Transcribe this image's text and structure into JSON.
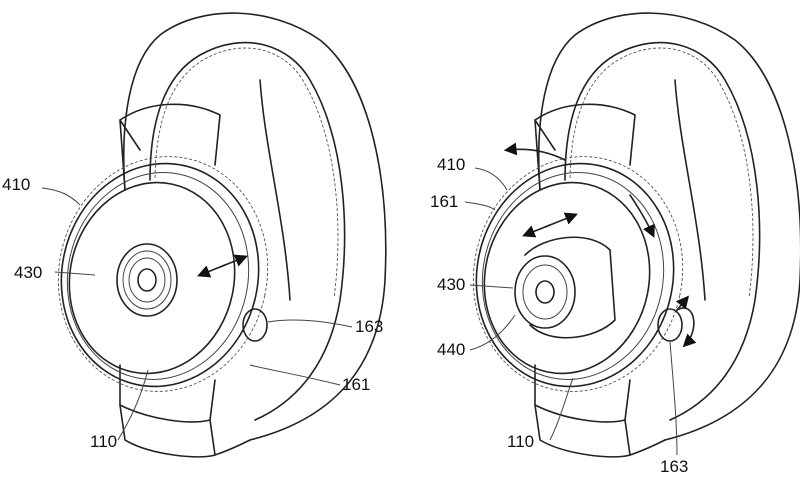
{
  "figures": [
    {
      "name": "left-watch",
      "labels": {
        "bezel": "410",
        "face": "430",
        "button": "163",
        "band_edge": "161",
        "body": "110"
      }
    },
    {
      "name": "right-watch",
      "labels": {
        "bezel": "410",
        "band_edge": "161",
        "face": "430",
        "camera": "440",
        "body": "110",
        "button": "163"
      }
    }
  ]
}
